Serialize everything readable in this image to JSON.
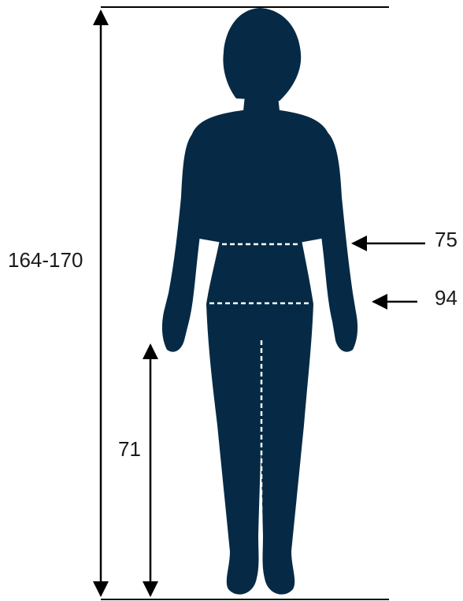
{
  "colors": {
    "silhouette": "#062a45",
    "lines": "#000000",
    "dashes": "#ffffff",
    "text": "#1a1a1a"
  },
  "measurements": {
    "height_label": "164-170",
    "waist_label": "75",
    "hip_label": "94",
    "inseam_label": "71"
  }
}
